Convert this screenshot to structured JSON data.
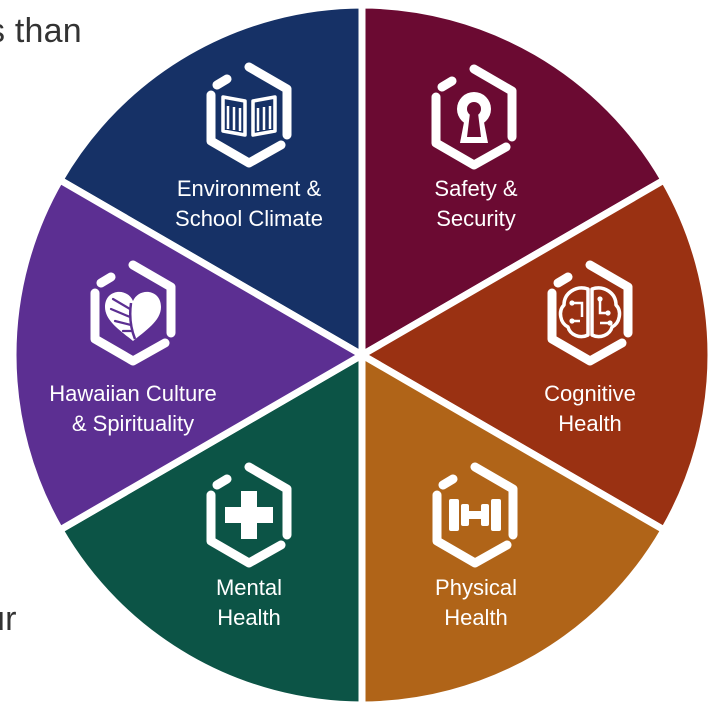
{
  "background_text": {
    "top": "s than",
    "bottom": "ur"
  },
  "segments": [
    {
      "id": "environment",
      "line1": "Environment &",
      "line2": "School Climate",
      "color": "#163166",
      "icon": "book-icon"
    },
    {
      "id": "safety",
      "line1": "Safety &",
      "line2": "Security",
      "color": "#6b0a32",
      "icon": "keyhole-icon"
    },
    {
      "id": "cognitive",
      "line1": "Cognitive",
      "line2": "Health",
      "color": "#9a3112",
      "icon": "brain-icon"
    },
    {
      "id": "physical",
      "line1": "Physical",
      "line2": "Health",
      "color": "#b06418",
      "icon": "dumbbell-icon"
    },
    {
      "id": "mental",
      "line1": "Mental",
      "line2": "Health",
      "color": "#0c5446",
      "icon": "medical-cross-icon"
    },
    {
      "id": "hawaiian",
      "line1": "Hawaiian Culture",
      "line2": "& Spirituality",
      "color": "#5c2f92",
      "icon": "leaf-heart-icon"
    }
  ]
}
